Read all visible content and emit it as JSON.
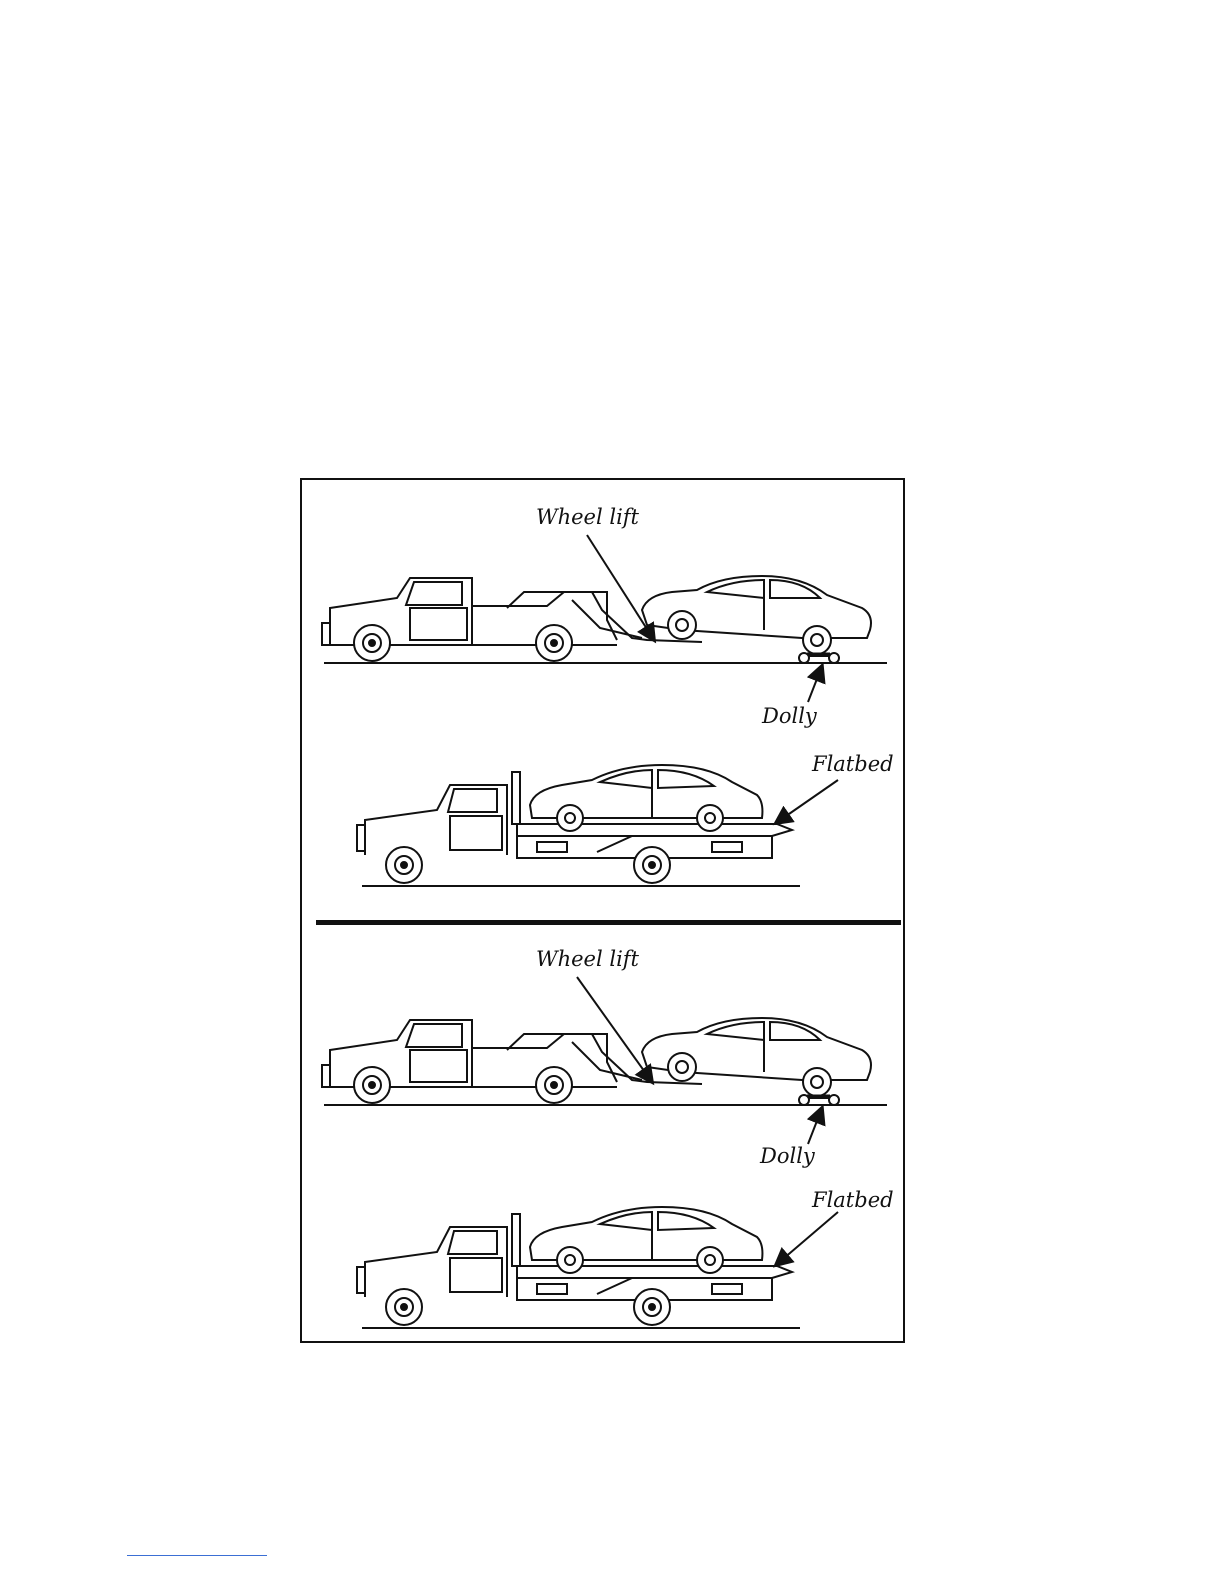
{
  "figure": {
    "panels": [
      {
        "labels": {
          "wheel_lift": "Wheel lift",
          "dolly": "Dolly",
          "flatbed": "Flatbed"
        }
      },
      {
        "labels": {
          "wheel_lift": "Wheel lift",
          "dolly": "Dolly",
          "flatbed": "Flatbed"
        }
      }
    ],
    "icons": [
      "tow-truck-icon",
      "sedan-icon",
      "flatbed-truck-icon",
      "dolly-icon"
    ]
  },
  "colors": {
    "ink": "#111111",
    "paper": "#ffffff",
    "footer_rule": "#3b6fd4"
  }
}
